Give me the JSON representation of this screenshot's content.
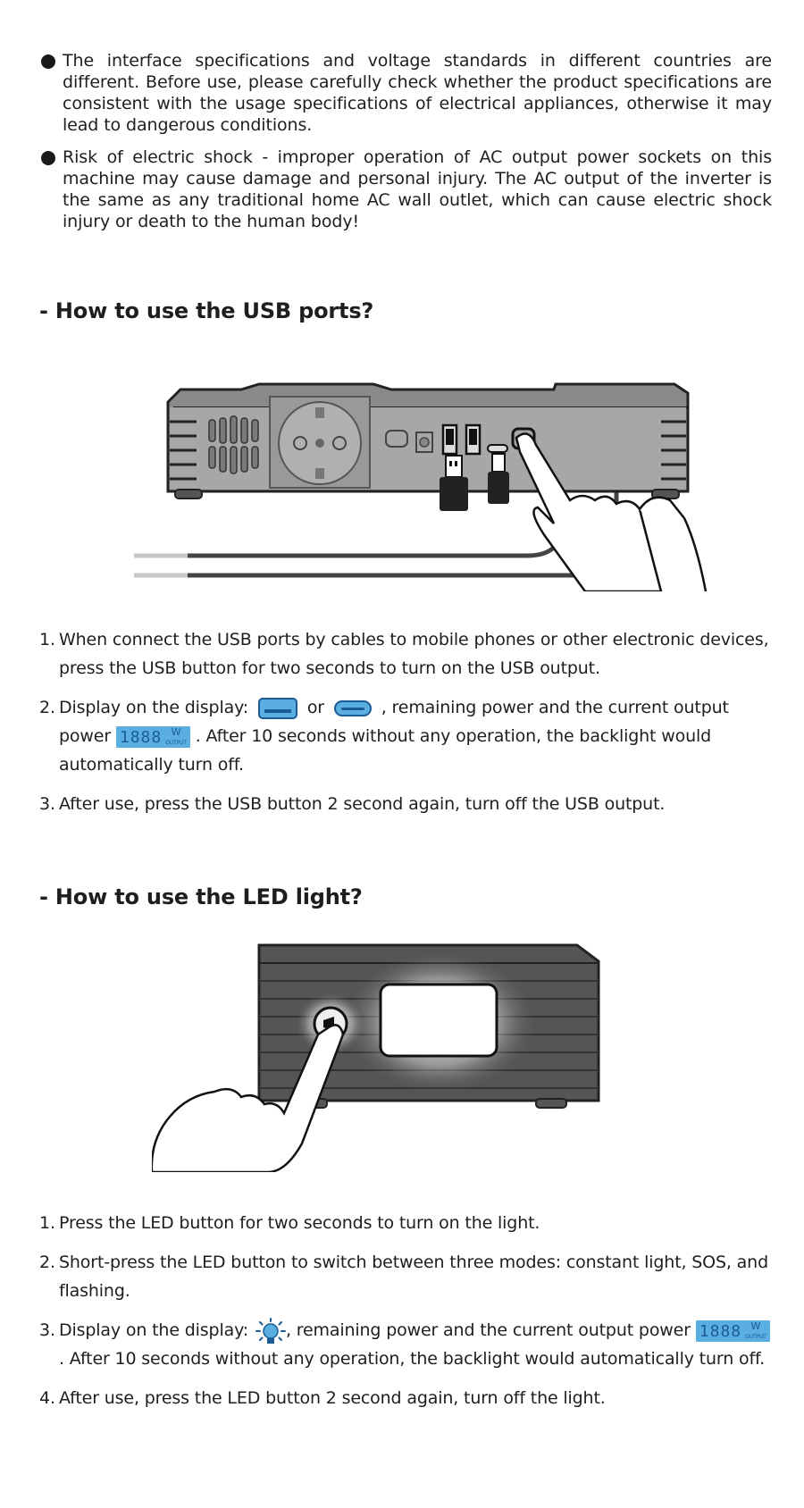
{
  "warnings": [
    "The interface specifications and voltage standards in different countries are different. Before use, please carefully check whether the product specifications are consistent with the usage specifications of electrical appliances, otherwise it may lead to dangerous conditions.",
    "Risk of electric shock - improper operation of AC output power sockets on this machine may cause damage and personal injury. The AC output of the inverter is the same as any traditional home AC wall outlet, which can cause electric shock injury or death to the human body!"
  ],
  "usb_section": {
    "heading": "- How to use the USB ports?",
    "steps": {
      "s1": {
        "num": "1.",
        "text": "When connect the USB ports by cables to mobile phones or other electronic devices, press the USB button for two seconds to turn on the USB output."
      },
      "s2": {
        "num": "2.",
        "pre": "Display on the display:",
        "or": "or",
        "mid": ", remaining power and the current output power",
        "post": ". After 10 seconds without any operation, the backlight would automatically turn off."
      },
      "s3": {
        "num": "3.",
        "text": "After use, press the USB button 2 second again, turn off the USB output."
      }
    }
  },
  "led_section": {
    "heading": "- How to use the LED light?",
    "steps": {
      "s1": {
        "num": "1.",
        "text": "Press the LED button for two seconds to turn on the light."
      },
      "s2": {
        "num": "2.",
        "text": "Short-press the LED button to switch between three modes: constant light, SOS, and flashing."
      },
      "s3": {
        "num": "3.",
        "pre": "Display on the display:",
        "mid": ", remaining power and the current output power",
        "post": ". After 10 seconds without any operation, the backlight would automatically turn off."
      },
      "s4": {
        "num": "4.",
        "text": "After use, press the LED button 2 second again, turn off the light."
      }
    }
  },
  "display_readout": {
    "digits": "1888",
    "unit": "W",
    "label": "OUTPUT"
  },
  "icons": {
    "bullet": "filled-circle-bullet",
    "usb_a": "usb-a-display-icon",
    "usb_c": "usb-c-display-icon",
    "led": "led-bulb-display-icon"
  },
  "colors": {
    "text": "#1e1e1e",
    "lcd_bg": "#5aaee0",
    "lcd_fg": "#1b5c95",
    "device_light": "#a7a7a7",
    "device_dark": "#555555"
  }
}
